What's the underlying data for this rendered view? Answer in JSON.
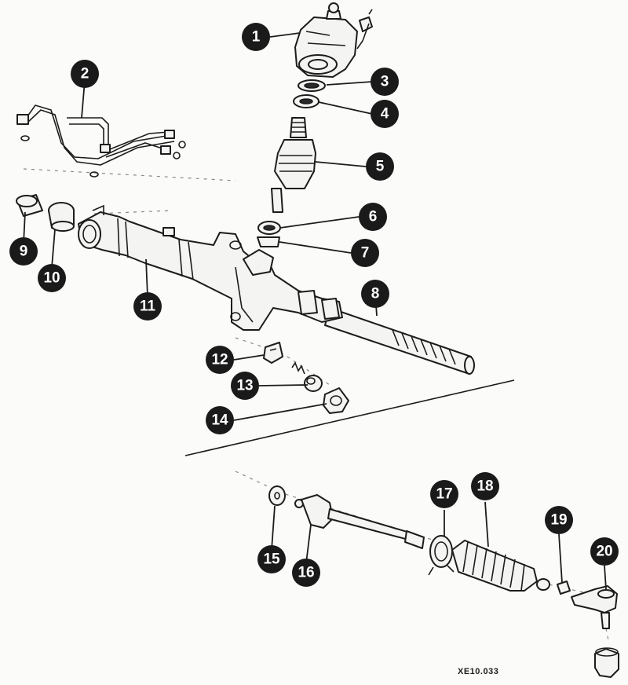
{
  "figure": {
    "reference_code": "XE10.033"
  },
  "callouts": [
    {
      "id": "c1",
      "label": "1"
    },
    {
      "id": "c2",
      "label": "2"
    },
    {
      "id": "c3",
      "label": "3"
    },
    {
      "id": "c4",
      "label": "4"
    },
    {
      "id": "c5",
      "label": "5"
    },
    {
      "id": "c6",
      "label": "6"
    },
    {
      "id": "c7",
      "label": "7"
    },
    {
      "id": "c8",
      "label": "8"
    },
    {
      "id": "c9",
      "label": "9"
    },
    {
      "id": "c10",
      "label": "10"
    },
    {
      "id": "c11",
      "label": "11"
    },
    {
      "id": "c12",
      "label": "12"
    },
    {
      "id": "c13",
      "label": "13"
    },
    {
      "id": "c14",
      "label": "14"
    },
    {
      "id": "c15",
      "label": "15"
    },
    {
      "id": "c16",
      "label": "16"
    },
    {
      "id": "c17",
      "label": "17"
    },
    {
      "id": "c18",
      "label": "18"
    },
    {
      "id": "c19",
      "label": "19"
    },
    {
      "id": "c20",
      "label": "20"
    }
  ],
  "colors": {
    "background": "#fbfbf9",
    "line": "#1c1c1c",
    "callout_fill": "#1a1a1a",
    "callout_text": "#ffffff"
  }
}
